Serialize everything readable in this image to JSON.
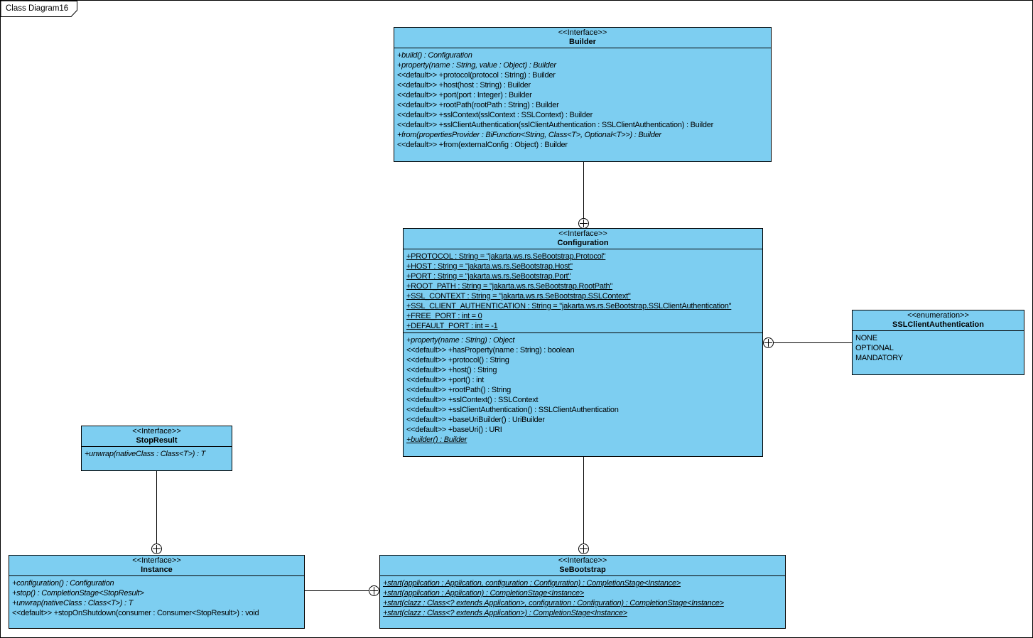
{
  "diagram": {
    "title": "Class Diagram16",
    "colors": {
      "box_fill": "#7DCEF1",
      "box_border": "#000000",
      "background": "#FFFFFF"
    },
    "classes": {
      "builder": {
        "stereotype": "<<Interface>>",
        "name": "Builder",
        "methods": [
          "+build() : Configuration",
          "+property(name : String, value : Object) : Builder",
          "<<default>> +protocol(protocol : String) : Builder",
          "<<default>> +host(host : String) : Builder",
          "<<default>> +port(port : Integer) : Builder",
          "<<default>> +rootPath(rootPath : String) : Builder",
          "<<default>> +sslContext(sslContext : SSLContext) : Builder",
          "<<default>> +sslClientAuthentication(sslClientAuthentication : SSLClientAuthentication) : Builder",
          "+from(propertiesProvider : BiFunction<String, Class<T>, Optional<T>>) : Builder",
          "<<default>> +from(externalConfig : Object) : Builder"
        ]
      },
      "configuration": {
        "stereotype": "<<Interface>>",
        "name": "Configuration",
        "attributes": [
          "+PROTOCOL : String = \"jakarta.ws.rs.SeBootstrap.Protocol\"",
          "+HOST : String = \"jakarta.ws.rs.SeBootstrap.Host\"",
          "+PORT : String = \"jakarta.ws.rs.SeBootstrap.Port\"",
          "+ROOT_PATH : String = \"jakarta.ws.rs.SeBootstrap.RootPath\"",
          "+SSL_CONTEXT : String = \"jakarta.ws.rs.SeBootstrap.SSLContext\"",
          "+SSL_CLIENT_AUTHENTICATION : String = \"jakarta.ws.rs.SeBootstrap.SSLClientAuthentication\"",
          "+FREE_PORT : int = 0",
          "+DEFAULT_PORT : int = -1"
        ],
        "methods": [
          "+property(name : String) : Object",
          "<<default>> +hasProperty(name : String) : boolean",
          "<<default>> +protocol() : String",
          "<<default>> +host() : String",
          "<<default>> +port() : int",
          "<<default>> +rootPath() : String",
          "<<default>> +sslContext() : SSLContext",
          "<<default>> +sslClientAuthentication() : SSLClientAuthentication",
          "<<default>> +baseUriBuilder() : UriBuilder",
          "<<default>> +baseUri() : URI",
          "+builder() : Builder"
        ]
      },
      "ssl_client_authentication": {
        "stereotype": "<<enumeration>>",
        "name": "SSLClientAuthentication",
        "literals": [
          "NONE",
          "OPTIONAL",
          "MANDATORY"
        ]
      },
      "stop_result": {
        "stereotype": "<<Interface>>",
        "name": "StopResult",
        "methods": [
          "+unwrap(nativeClass : Class<T>) : T"
        ]
      },
      "instance": {
        "stereotype": "<<Interface>>",
        "name": "Instance",
        "methods": [
          "+configuration() : Configuration",
          "+stop() : CompletionStage<StopResult>",
          "+unwrap(nativeClass : Class<T>) : T",
          "<<default>> +stopOnShutdown(consumer : Consumer<StopResult>) : void"
        ]
      },
      "se_bootstrap": {
        "stereotype": "<<Interface>>",
        "name": "SeBootstrap",
        "methods": [
          "+start(application : Application, configuration : Configuration) : CompletionStage<Instance>",
          "+start(application : Application) : CompletionStage<Instance>",
          "+start(clazz : Class<? extends Application>, configuration : Configuration) : CompletionStage<Instance>",
          "+start(clazz : Class<? extends Application>) : CompletionStage<Instance>"
        ]
      }
    }
  }
}
